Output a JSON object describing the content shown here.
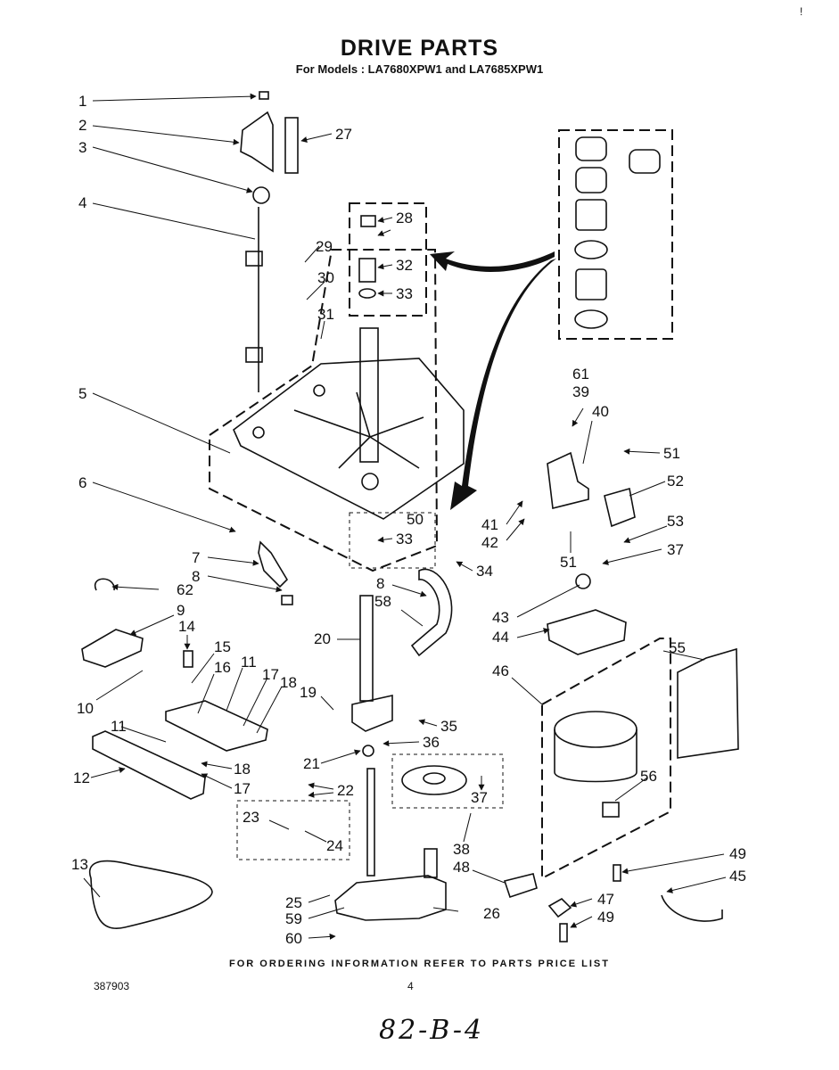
{
  "header": {
    "title": "DRIVE PARTS",
    "subtitle": "For Models : LA7680XPW1 and LA7685XPW1"
  },
  "footer": {
    "ordering_note": "FOR ORDERING INFORMATION REFER TO PARTS PRICE LIST",
    "doc_number": "387903",
    "page_number": "4",
    "handwritten_note": "82-B-4",
    "corner_mark": "!"
  },
  "callouts": [
    {
      "id": "c1",
      "text": "1"
    },
    {
      "id": "c2",
      "text": "2"
    },
    {
      "id": "c3",
      "text": "3"
    },
    {
      "id": "c4",
      "text": "4"
    },
    {
      "id": "c5",
      "text": "5"
    },
    {
      "id": "c6",
      "text": "6"
    },
    {
      "id": "c7",
      "text": "7"
    },
    {
      "id": "c8a",
      "text": "8"
    },
    {
      "id": "c62",
      "text": "62"
    },
    {
      "id": "c9",
      "text": "9"
    },
    {
      "id": "c14",
      "text": "14"
    },
    {
      "id": "c10",
      "text": "10"
    },
    {
      "id": "c15",
      "text": "15"
    },
    {
      "id": "c16",
      "text": "16"
    },
    {
      "id": "c11a",
      "text": "11"
    },
    {
      "id": "c17a",
      "text": "17"
    },
    {
      "id": "c18a",
      "text": "18"
    },
    {
      "id": "c19",
      "text": "19"
    },
    {
      "id": "c11b",
      "text": "11"
    },
    {
      "id": "c12",
      "text": "12"
    },
    {
      "id": "c18b",
      "text": "18"
    },
    {
      "id": "c17b",
      "text": "17"
    },
    {
      "id": "c13",
      "text": "13"
    },
    {
      "id": "c27",
      "text": "27"
    },
    {
      "id": "c28",
      "text": "28"
    },
    {
      "id": "c29",
      "text": "29"
    },
    {
      "id": "c32",
      "text": "32"
    },
    {
      "id": "c30",
      "text": "30"
    },
    {
      "id": "c33a",
      "text": "33"
    },
    {
      "id": "c31",
      "text": "31"
    },
    {
      "id": "c50",
      "text": "50"
    },
    {
      "id": "c33b",
      "text": "33"
    },
    {
      "id": "c34",
      "text": "34"
    },
    {
      "id": "c8b",
      "text": "8"
    },
    {
      "id": "c58",
      "text": "58"
    },
    {
      "id": "c20",
      "text": "20"
    },
    {
      "id": "c35",
      "text": "35"
    },
    {
      "id": "c36",
      "text": "36"
    },
    {
      "id": "c21",
      "text": "21"
    },
    {
      "id": "c22",
      "text": "22"
    },
    {
      "id": "c37a",
      "text": "37"
    },
    {
      "id": "c23",
      "text": "23"
    },
    {
      "id": "c24",
      "text": "24"
    },
    {
      "id": "c38",
      "text": "38"
    },
    {
      "id": "c48",
      "text": "48"
    },
    {
      "id": "c25",
      "text": "25"
    },
    {
      "id": "c59",
      "text": "59"
    },
    {
      "id": "c26",
      "text": "26"
    },
    {
      "id": "c60",
      "text": "60"
    },
    {
      "id": "c61",
      "text": "61"
    },
    {
      "id": "c39",
      "text": "39"
    },
    {
      "id": "c40",
      "text": "40"
    },
    {
      "id": "c51a",
      "text": "51"
    },
    {
      "id": "c52",
      "text": "52"
    },
    {
      "id": "c41",
      "text": "41"
    },
    {
      "id": "c42",
      "text": "42"
    },
    {
      "id": "c51b",
      "text": "51"
    },
    {
      "id": "c53",
      "text": "53"
    },
    {
      "id": "c37b",
      "text": "37"
    },
    {
      "id": "c43",
      "text": "43"
    },
    {
      "id": "c44",
      "text": "44"
    },
    {
      "id": "c55",
      "text": "55"
    },
    {
      "id": "c46",
      "text": "46"
    },
    {
      "id": "c56",
      "text": "56"
    },
    {
      "id": "c49a",
      "text": "49"
    },
    {
      "id": "c45",
      "text": "45"
    },
    {
      "id": "c47",
      "text": "47"
    },
    {
      "id": "c49b",
      "text": "49"
    }
  ]
}
